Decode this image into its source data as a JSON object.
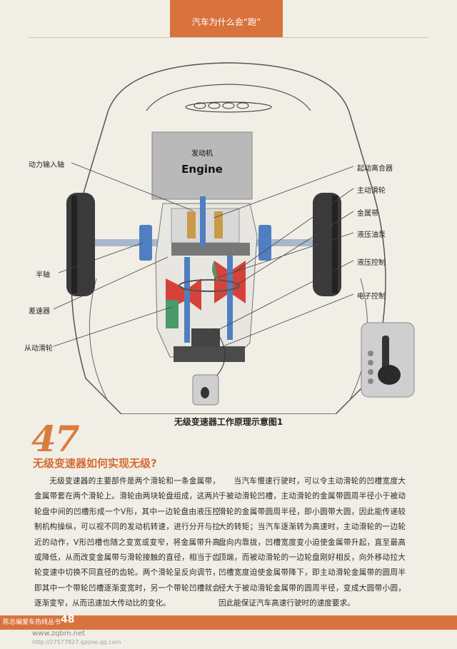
{
  "header": {
    "section_title": "汽车为什么会“跑”"
  },
  "diagram": {
    "engine_label_cn": "发动机",
    "engine_label_en": "Engine",
    "callouts_left": [
      "动力输入轴",
      "半轴",
      "差速器",
      "从动滑轮"
    ],
    "callouts_right": [
      "起动离合器",
      "主动滑轮",
      "金属带",
      "液压油泵",
      "液压控制",
      "电子控制"
    ],
    "caption": "无级变速器工作原理示意图1"
  },
  "article": {
    "number": "47",
    "title": "无级变速器如何实现无级?",
    "paragraph_left": "无级变速器的主要部件是两个滑轮和一条金属带，金属带套在两个滑轮上。滑轮由两块轮盘组成，这两片轮盘中间的凹槽形成一个V形，其中一边轮盘由液压控制机构操纵，可以视不同的发动机转速，进行分开与拉近的动作，V形凹槽也随之变宽或变窄，将金属带升高或降低，从而改变金属带与滑轮接触的直径，相当于齿轮变速中切换不同直径的齿轮。两个滑轮呈反向调节，即其中一个带轮凹槽逐渐变宽时，另一个带轮凹槽就会逐渐变窄，从而迅速加大传动比的变化。",
    "paragraph_right": "当汽车慢速行驶时，可以令主动滑轮的凹槽宽度大于被动滑轮凹槽，主动滑轮的金属带圆周半径小于被动滑轮的金属带圆周半径，即小圆带大圆，因此能传递较大的转矩；当汽车逐渐转为高速时，主动滑轮的一边轮盘向内靠拢，凹槽宽度变小迫使金属带升起，直至最高顶端，而被动滑轮的一边轮盘刚好相反，向外移动拉大凹槽宽度迫使金属带降下，即主动滑轮金属带的圆周半径大于被动滑轮金属带的圆周半径，变成大圆带小圆，因此能保证汽车高速行驶时的速度要求。"
  },
  "footer": {
    "series": "陈总编爱车热线丛书",
    "page_number": "48",
    "watermark_1": "www.zqbm.net",
    "watermark_2": "http://27577827.qzone.qq.com"
  },
  "colors": {
    "accent": "#d9733e",
    "title": "#d36b32",
    "blue_part": "#4f7fc0",
    "red_part": "#d6423a",
    "green_part": "#4a9a6a"
  }
}
